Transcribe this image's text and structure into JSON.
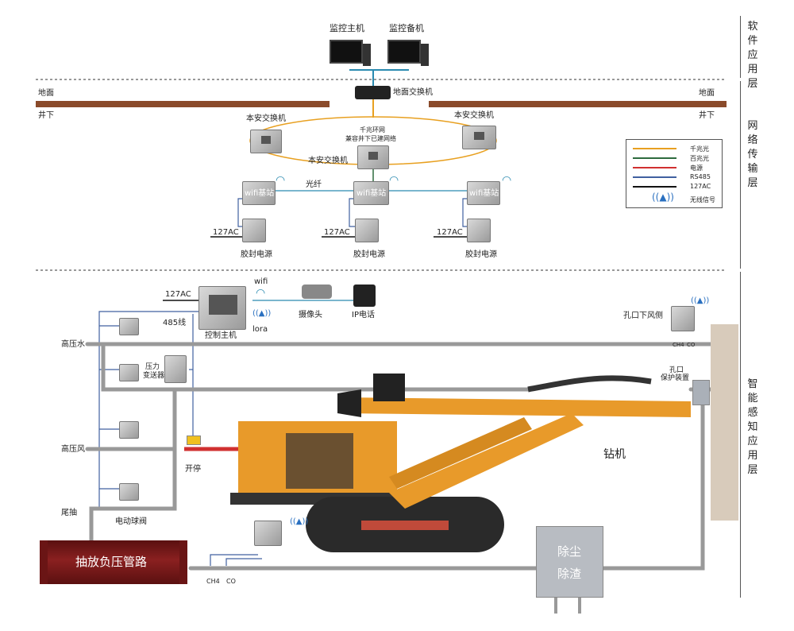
{
  "layers": [
    "软件应用层",
    "网络传输层",
    "智能感知应用层"
  ],
  "top": {
    "monitor_main": "监控主机",
    "monitor_backup": "监控备机",
    "ground_switch": "地面交换机"
  },
  "ground": {
    "surface_left": "地面",
    "under_left": "井下",
    "surface_right": "地面",
    "under_right": "井下"
  },
  "network": {
    "switch_left": "本安交换机",
    "switch_right": "本安交换机",
    "switch_center": "本安交换机",
    "ring_line1": "千兆环网",
    "ring_line2": "兼容井下已建网络",
    "fiber": "光纤",
    "wifi_stations": [
      "wifi基站",
      "wifi基站",
      "wifi基站"
    ],
    "power_labels": [
      "胶封电源",
      "胶封电源",
      "胶封电源"
    ],
    "ac_labels": [
      "127AC",
      "127AC",
      "127AC"
    ]
  },
  "legend": {
    "items": [
      {
        "label": "千兆光",
        "color": "#e8a020"
      },
      {
        "label": "百兆光",
        "color": "#2e6b3e"
      },
      {
        "label": "电源",
        "color": "#d03030"
      },
      {
        "label": "RS485",
        "color": "#4060a0"
      },
      {
        "label": "127AC",
        "color": "#111111"
      }
    ],
    "wireless": "无线信号"
  },
  "sensing": {
    "ac": "127AC",
    "wifi": "wifi",
    "lora": "lora",
    "rs485": "485线",
    "controller": "控制主机",
    "camera": "摄像头",
    "ip_phone": "IP电话",
    "high_water": "高压水",
    "high_air": "高压风",
    "pressure": "压力",
    "transmitter": "变送器",
    "switch_sensor": "开停",
    "tail": "尾抽",
    "valve": "电动球阀",
    "pipeline": "抽放负压管路",
    "ch4": "CH4",
    "co": "CO",
    "ch4_r": "CH4",
    "co_r": "CO",
    "downwind": "孔口下风侧",
    "orifice1": "孔口",
    "orifice2": "保护装置",
    "drill": "钻机",
    "dust1": "除尘",
    "dust2": "除渣"
  }
}
